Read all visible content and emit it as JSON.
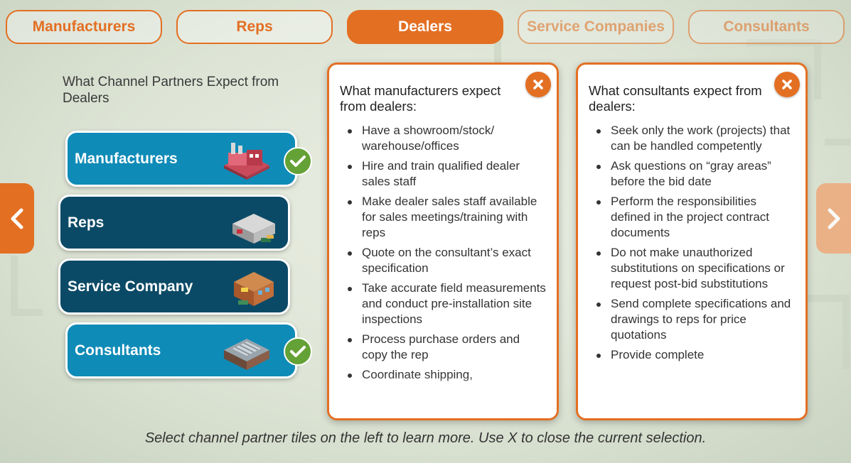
{
  "tabs": [
    {
      "label": "Manufacturers",
      "state": "normal"
    },
    {
      "label": "Reps",
      "state": "normal"
    },
    {
      "label": "Dealers",
      "state": "active"
    },
    {
      "label": "Service Companies",
      "state": "faded"
    },
    {
      "label": "Consultants",
      "state": "faded"
    }
  ],
  "side_heading": "What Channel Partners Expect from Dealers",
  "tiles": [
    {
      "label": "Manufacturers",
      "completed": true,
      "icon": "factory-icon"
    },
    {
      "label": "Reps",
      "completed": false,
      "icon": "warehouse-icon"
    },
    {
      "label": "Service Company",
      "completed": false,
      "icon": "service-building-icon"
    },
    {
      "label": "Consultants",
      "completed": true,
      "icon": "office-building-icon"
    }
  ],
  "cards": [
    {
      "title": "What manufacturers expect from dealers:",
      "items": [
        "Have a showroom/stock/ warehouse/offices",
        "Hire and train qualified dealer sales staff",
        "Make dealer sales staff available for sales meetings/training with reps",
        "Quote on the consultant’s exact specification",
        "Take accurate field measurements and conduct pre-installation site inspections",
        "Process purchase orders and copy the rep",
        "Coordinate shipping,"
      ]
    },
    {
      "title": "What consultants expect from dealers:",
      "items": [
        "Seek only the work (projects) that can be handled competently",
        "Ask questions on “gray areas” before the bid date",
        "Perform the responsibilities defined in the project contract documents",
        "Do not make unauthorized substitutions on specifications or request post-bid substitutions",
        "Send complete specifications and drawings to reps for price quotations",
        "Provide complete"
      ]
    }
  ],
  "instructions": "Select channel partner tiles on the left to learn more. Use X to close the current selection.",
  "colors": {
    "accent": "#e36f23",
    "tile_completed": "#0f8bb7",
    "tile_default": "#0b4a66",
    "check": "#64a136"
  }
}
